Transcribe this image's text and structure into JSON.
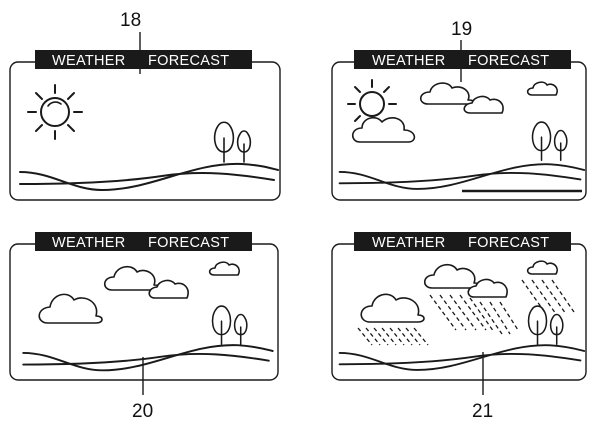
{
  "panels": [
    {
      "title_left": "WEATHER",
      "title_right": "FORECAST",
      "callout": "18",
      "scene": "sunny"
    },
    {
      "title_left": "WEATHER",
      "title_right": "FORECAST",
      "callout": "19",
      "scene": "partly-cloudy"
    },
    {
      "title_left": "WEATHER",
      "title_right": "FORECAST",
      "callout": "20",
      "scene": "cloudy"
    },
    {
      "title_left": "WEATHER",
      "title_right": "FORECAST",
      "callout": "21",
      "scene": "rain"
    }
  ]
}
